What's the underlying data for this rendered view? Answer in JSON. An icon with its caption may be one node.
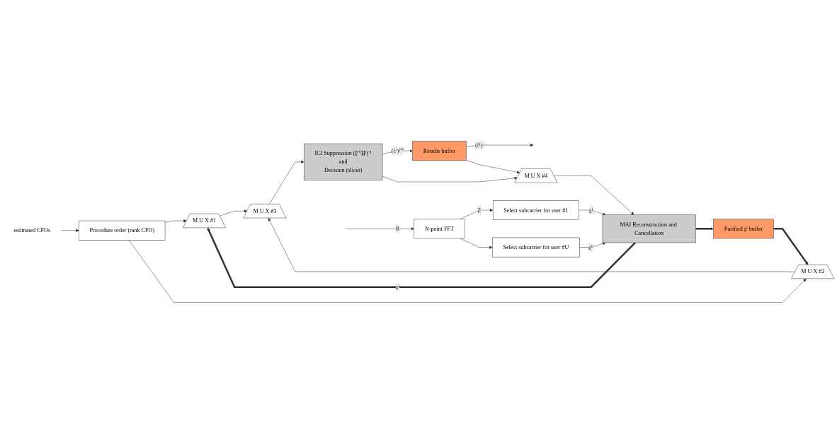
{
  "diagram": {
    "nodes": [
      {
        "text": [
          "estimated CFOs"
        ]
      },
      {
        "text": [
          "Procedure order (rank CFO)"
        ]
      },
      {
        "text": [
          "N-point FFT"
        ]
      },
      {
        "text": [
          "Select subcarrier for user #1"
        ]
      },
      {
        "text": [
          "Select subcarrier for user #U"
        ]
      },
      {
        "text": [
          "MAI Reconstruction and Cancellation"
        ]
      },
      {
        "text": [
          "Purified z̲ˡ buffer"
        ]
      },
      {
        "text": [
          "M U X #1"
        ]
      },
      {
        "text": [
          "M U X #2"
        ]
      },
      {
        "text": [
          "M U X #3"
        ]
      },
      {
        "text": [
          "ICI Suppression (I̲ⁱ’ⁱH̲ⁱ)⁻¹",
          "and",
          "Decision (slicer)"
        ]
      },
      {
        "text": [
          "Results buffer"
        ]
      },
      {
        "text": [
          "M U X #4"
        ]
      }
    ],
    "edges": [
      {
        "from": null,
        "to": 2,
        "arrow": "to",
        "label": "R"
      },
      {
        "from": 0,
        "to": 1,
        "arrow": "to"
      },
      {
        "from": 2,
        "to": 3,
        "arrow": "to",
        "label": "Z"
      },
      {
        "from": 2,
        "to": 4,
        "arrow": "to"
      },
      {
        "from": 3,
        "to": 5,
        "arrow": "to",
        "label": "z̲¹"
      },
      {
        "from": 4,
        "to": 5,
        "arrow": "to",
        "label": "z̲ᵁ"
      },
      {
        "from": 5,
        "to": 7,
        "arrow": "to",
        "label": "z̲ˡ",
        "style": "thick"
      },
      {
        "from": 5,
        "to": 6,
        "arrow": "to",
        "style": "thick"
      },
      {
        "from": 6,
        "to": 8,
        "arrow": "to",
        "style": "thick"
      },
      {
        "from": 1,
        "to": 7,
        "arrow": "to"
      },
      {
        "from": 1,
        "to": 8,
        "arrow": "to"
      },
      {
        "from": 7,
        "to": 9,
        "arrow": "to"
      },
      {
        "from": 8,
        "to": 9,
        "arrow": "to"
      },
      {
        "from": 9,
        "to": 10,
        "arrow": "to"
      },
      {
        "from": 10,
        "to": 11,
        "arrow": "to",
        "label": "(ĉⁱ)ʲ⁼⁰"
      },
      {
        "from": 11,
        "to": null,
        "arrow": "to",
        "label": "(ĉⁱ)ʲ"
      },
      {
        "from": 10,
        "to": 12,
        "arrow": "to"
      },
      {
        "from": 11,
        "to": 12,
        "arrow": "to"
      },
      {
        "from": 12,
        "to": 5,
        "arrow": "to"
      }
    ]
  }
}
